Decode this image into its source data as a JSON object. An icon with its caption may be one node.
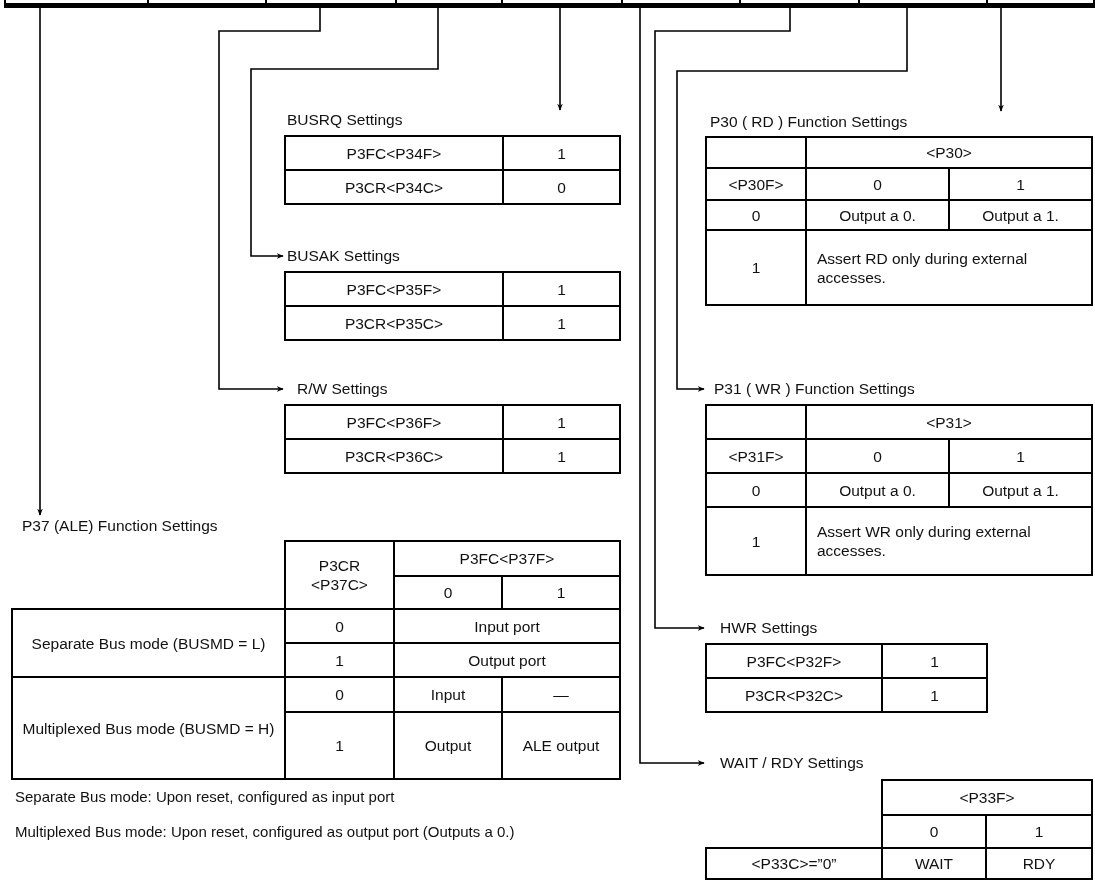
{
  "diagram": {
    "nodes": [
      {
        "text": [],
        "shape": "box"
      },
      {
        "text": [],
        "shape": "box"
      },
      {
        "text": [],
        "shape": "box"
      },
      {
        "text": [],
        "shape": "box"
      },
      {
        "text": [],
        "shape": "box"
      },
      {
        "text": [],
        "shape": "box"
      },
      {
        "text": [],
        "shape": "box"
      },
      {
        "text": [],
        "shape": "box"
      },
      {
        "text": [],
        "shape": "box"
      },
      {
        "text": [
          "BUSRQ Settings",
          "P3FC<P34F>",
          "1",
          "P3CR<P34C>",
          "0"
        ]
      },
      {
        "text": [
          "BUSAK Settings",
          "P3FC<P35F>",
          "1",
          "P3CR<P35C>",
          "1"
        ]
      },
      {
        "text": [
          "R/W Settings",
          "P3FC<P36F>",
          "1",
          "P3CR<P36C>",
          "1"
        ]
      },
      {
        "text": [
          "P37 (ALE) Function Settings",
          "P3CR <P37C>",
          "P3FC<P37F>",
          "0",
          "1",
          "Separate Bus mode (BUSMD = L)",
          "0",
          "Input port",
          "1",
          "Output port",
          "Multiplexed Bus mode (BUSMD = H)",
          "0",
          "Input",
          "—",
          "1",
          "Output",
          "ALE output"
        ]
      },
      {
        "text": [
          "P30 ( RD ) Function Settings",
          "<P30>",
          "<P30F>",
          "0",
          "1",
          "0",
          "Output a 0.",
          "Output a 1.",
          "1",
          "Assert RD only during external accesses."
        ]
      },
      {
        "text": [
          "P31 ( WR ) Function Settings",
          "<P31>",
          "<P31F>",
          "0",
          "1",
          "0",
          "Output a 0.",
          "Output a 1.",
          "1",
          "Assert WR only during external accesses."
        ]
      },
      {
        "text": [
          "HWR Settings",
          "P3FC<P32F>",
          "1",
          "P3CR<P32C>",
          "1"
        ]
      },
      {
        "text": [
          "WAIT / RDY Settings",
          "<P33F>",
          "0",
          "1",
          "<P33C>=”0”",
          "WAIT",
          "RDY"
        ]
      }
    ],
    "edges": [
      {
        "from": 0,
        "to": 12,
        "arrow": "to"
      },
      {
        "from": 2,
        "to": 11,
        "arrow": "to"
      },
      {
        "from": 3,
        "to": 10,
        "arrow": "to"
      },
      {
        "from": 4,
        "to": 9,
        "arrow": "to"
      },
      {
        "from": 5,
        "to": 16,
        "arrow": "to"
      },
      {
        "from": 6,
        "to": 15,
        "arrow": "to"
      },
      {
        "from": 7,
        "to": 14,
        "arrow": "to"
      },
      {
        "from": 8,
        "to": 13,
        "arrow": "to"
      }
    ],
    "labels": [
      "Separate Bus mode: Upon reset, configured as input port",
      "Multiplexed Bus mode: Upon reset, configured as output port (Outputs a 0.)"
    ]
  }
}
